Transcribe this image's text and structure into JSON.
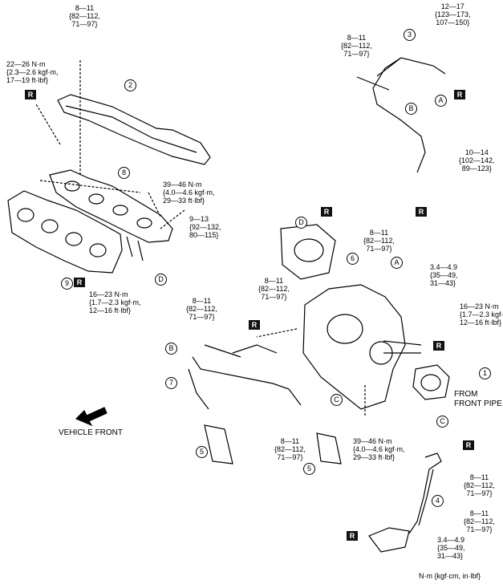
{
  "callouts": [
    "1",
    "2",
    "3",
    "4",
    "5",
    "5",
    "6",
    "7",
    "8",
    "9"
  ],
  "refs": [
    "A",
    "A",
    "B",
    "B",
    "C",
    "C",
    "D",
    "D"
  ],
  "torques": {
    "t_8_11": "8—11\n{82—112,\n71—97}",
    "t_22_26": "22—26 N·m\n{2.3—2.6 kgf·m,\n17—19 ft·lbf}",
    "t_12_17": "12—17\n{123—173,\n107—150}",
    "t_10_14": "10—14\n{102—142,\n89—123}",
    "t_39_46": "39—46 N·m\n{4.0—4.6 kgf·m,\n29—33 ft·lbf}",
    "t_9_13": "9—13\n{92—132,\n80—115}",
    "t_16_23": "16—23 N·m\n{1.7—2.3 kgf·m,\n12—16 ft·lbf}",
    "t_3_4": "3.4—4.9\n{35—49,\n31—43}"
  },
  "replace_mark": "R",
  "from_front_pipe": "FROM\nFRONT PIPE",
  "vehicle_front": "VEHICLE FRONT",
  "units_note": "N·m {kgf·cm, in·lbf}"
}
